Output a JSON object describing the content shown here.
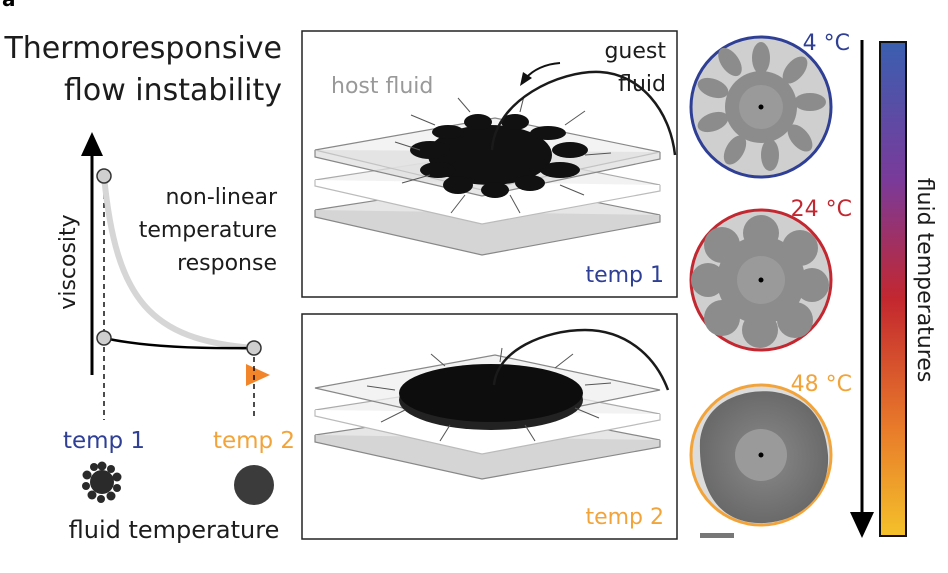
{
  "panel_letter": "a",
  "left": {
    "title_line1": "Thermoresponsive",
    "title_line2": "flow instability",
    "y_axis_label": "viscosity",
    "annotation_line1": "non-linear",
    "annotation_line2": "temperature",
    "annotation_line3": "response",
    "x_tick_temp1": "temp 1",
    "x_tick_temp2": "temp 2",
    "x_axis_label": "fluid temperature"
  },
  "middle": {
    "host_fluid_label": "host fluid",
    "guest_label_line1": "guest",
    "guest_label_line2": "fluid",
    "top_panel_label": "temp 1",
    "bottom_panel_label": "temp 2"
  },
  "right": {
    "temps": [
      "4 °C",
      "24 °C",
      "48 °C"
    ],
    "colorbar_label": "fluid temperatures"
  },
  "colors": {
    "cold": "#2e3f95",
    "mid": "#c3272f",
    "hot": "#f2a43a",
    "text_gray": "#999999",
    "ink": "#1c1c1c"
  }
}
